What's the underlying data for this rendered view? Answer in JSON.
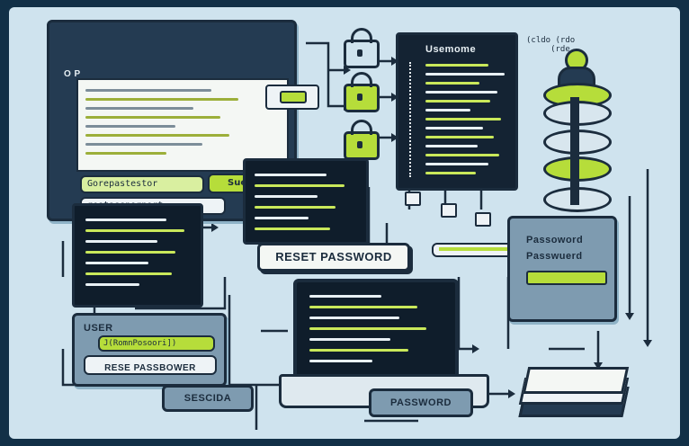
{
  "top_window": {
    "title": "O P",
    "field_1": "Gorepastestor",
    "button": "Suet",
    "field_2": "restasspornort"
  },
  "username_panel": {
    "title": "Usemome"
  },
  "top_note": "(cldo (rdo\n     (rde",
  "reset_banner": "RESET PASSWORD",
  "password_card": {
    "line_1": "Passoword",
    "line_2": "Passwuerd"
  },
  "user_panel": {
    "title": "USER",
    "field": "J(RomnPosoori])",
    "button": "RESE PASSBOWER"
  },
  "session_label": "SESCIDA",
  "laptop_label": "PASSWORD",
  "colors": {
    "accent": "#b6dd3a",
    "navy": "#1b2c3d",
    "background": "#cfe3ee"
  }
}
